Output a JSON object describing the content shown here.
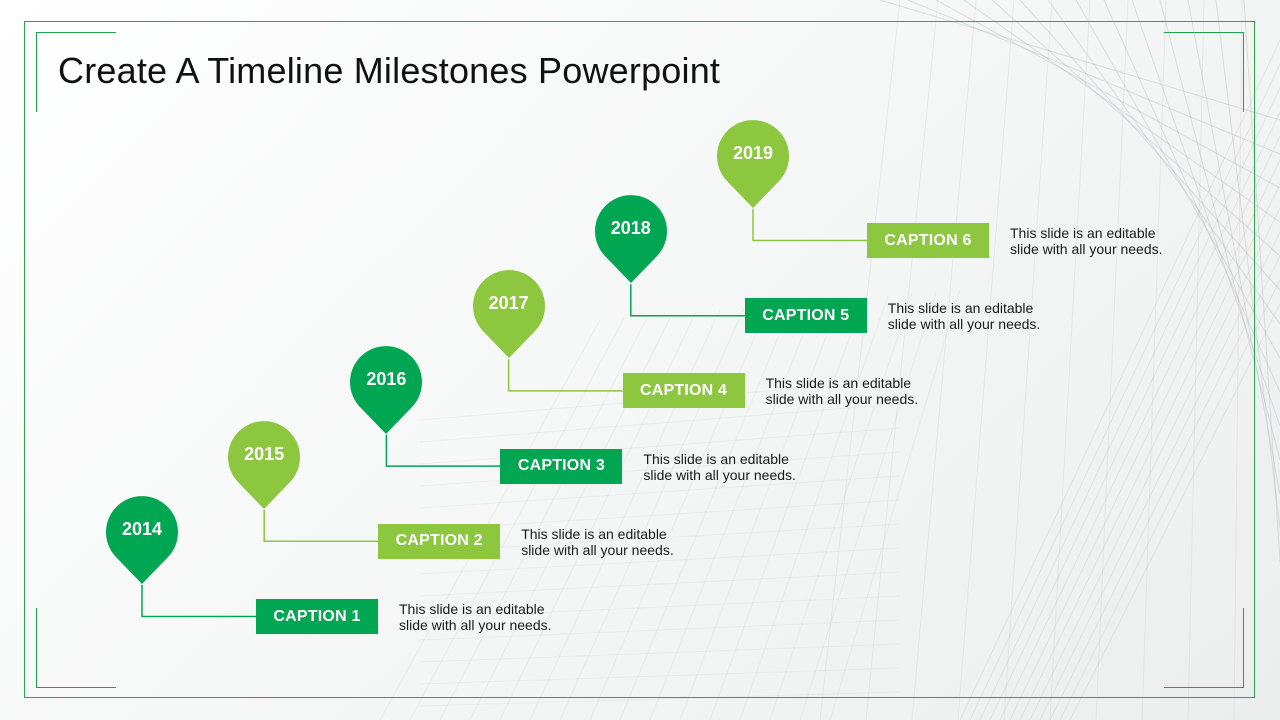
{
  "slide": {
    "title": "Create A Timeline Milestones Powerpoint"
  },
  "colors": {
    "dark_green": "#00a651",
    "light_green": "#8dc63f",
    "frame": "#2ea44f"
  },
  "milestones": [
    {
      "year": "2014",
      "caption": "CAPTION 1",
      "description": "This slide is an editable slide with all your needs.",
      "color": "#00a651",
      "icon": "map-pin-icon"
    },
    {
      "year": "2015",
      "caption": "CAPTION 2",
      "description": "This slide is an editable slide with all your needs.",
      "color": "#8dc63f",
      "icon": "map-pin-icon"
    },
    {
      "year": "2016",
      "caption": "CAPTION 3",
      "description": "This slide is an editable slide with all your needs.",
      "color": "#00a651",
      "icon": "map-pin-icon"
    },
    {
      "year": "2017",
      "caption": "CAPTION 4",
      "description": "This slide is an editable slide with all your needs.",
      "color": "#8dc63f",
      "icon": "map-pin-icon"
    },
    {
      "year": "2018",
      "caption": "CAPTION 5",
      "description": "This slide is an editable slide with all your needs.",
      "color": "#00a651",
      "icon": "map-pin-icon"
    },
    {
      "year": "2019",
      "caption": "CAPTION 6",
      "description": "This slide is an editable slide with all your needs.",
      "color": "#8dc63f",
      "icon": "map-pin-icon"
    }
  ]
}
